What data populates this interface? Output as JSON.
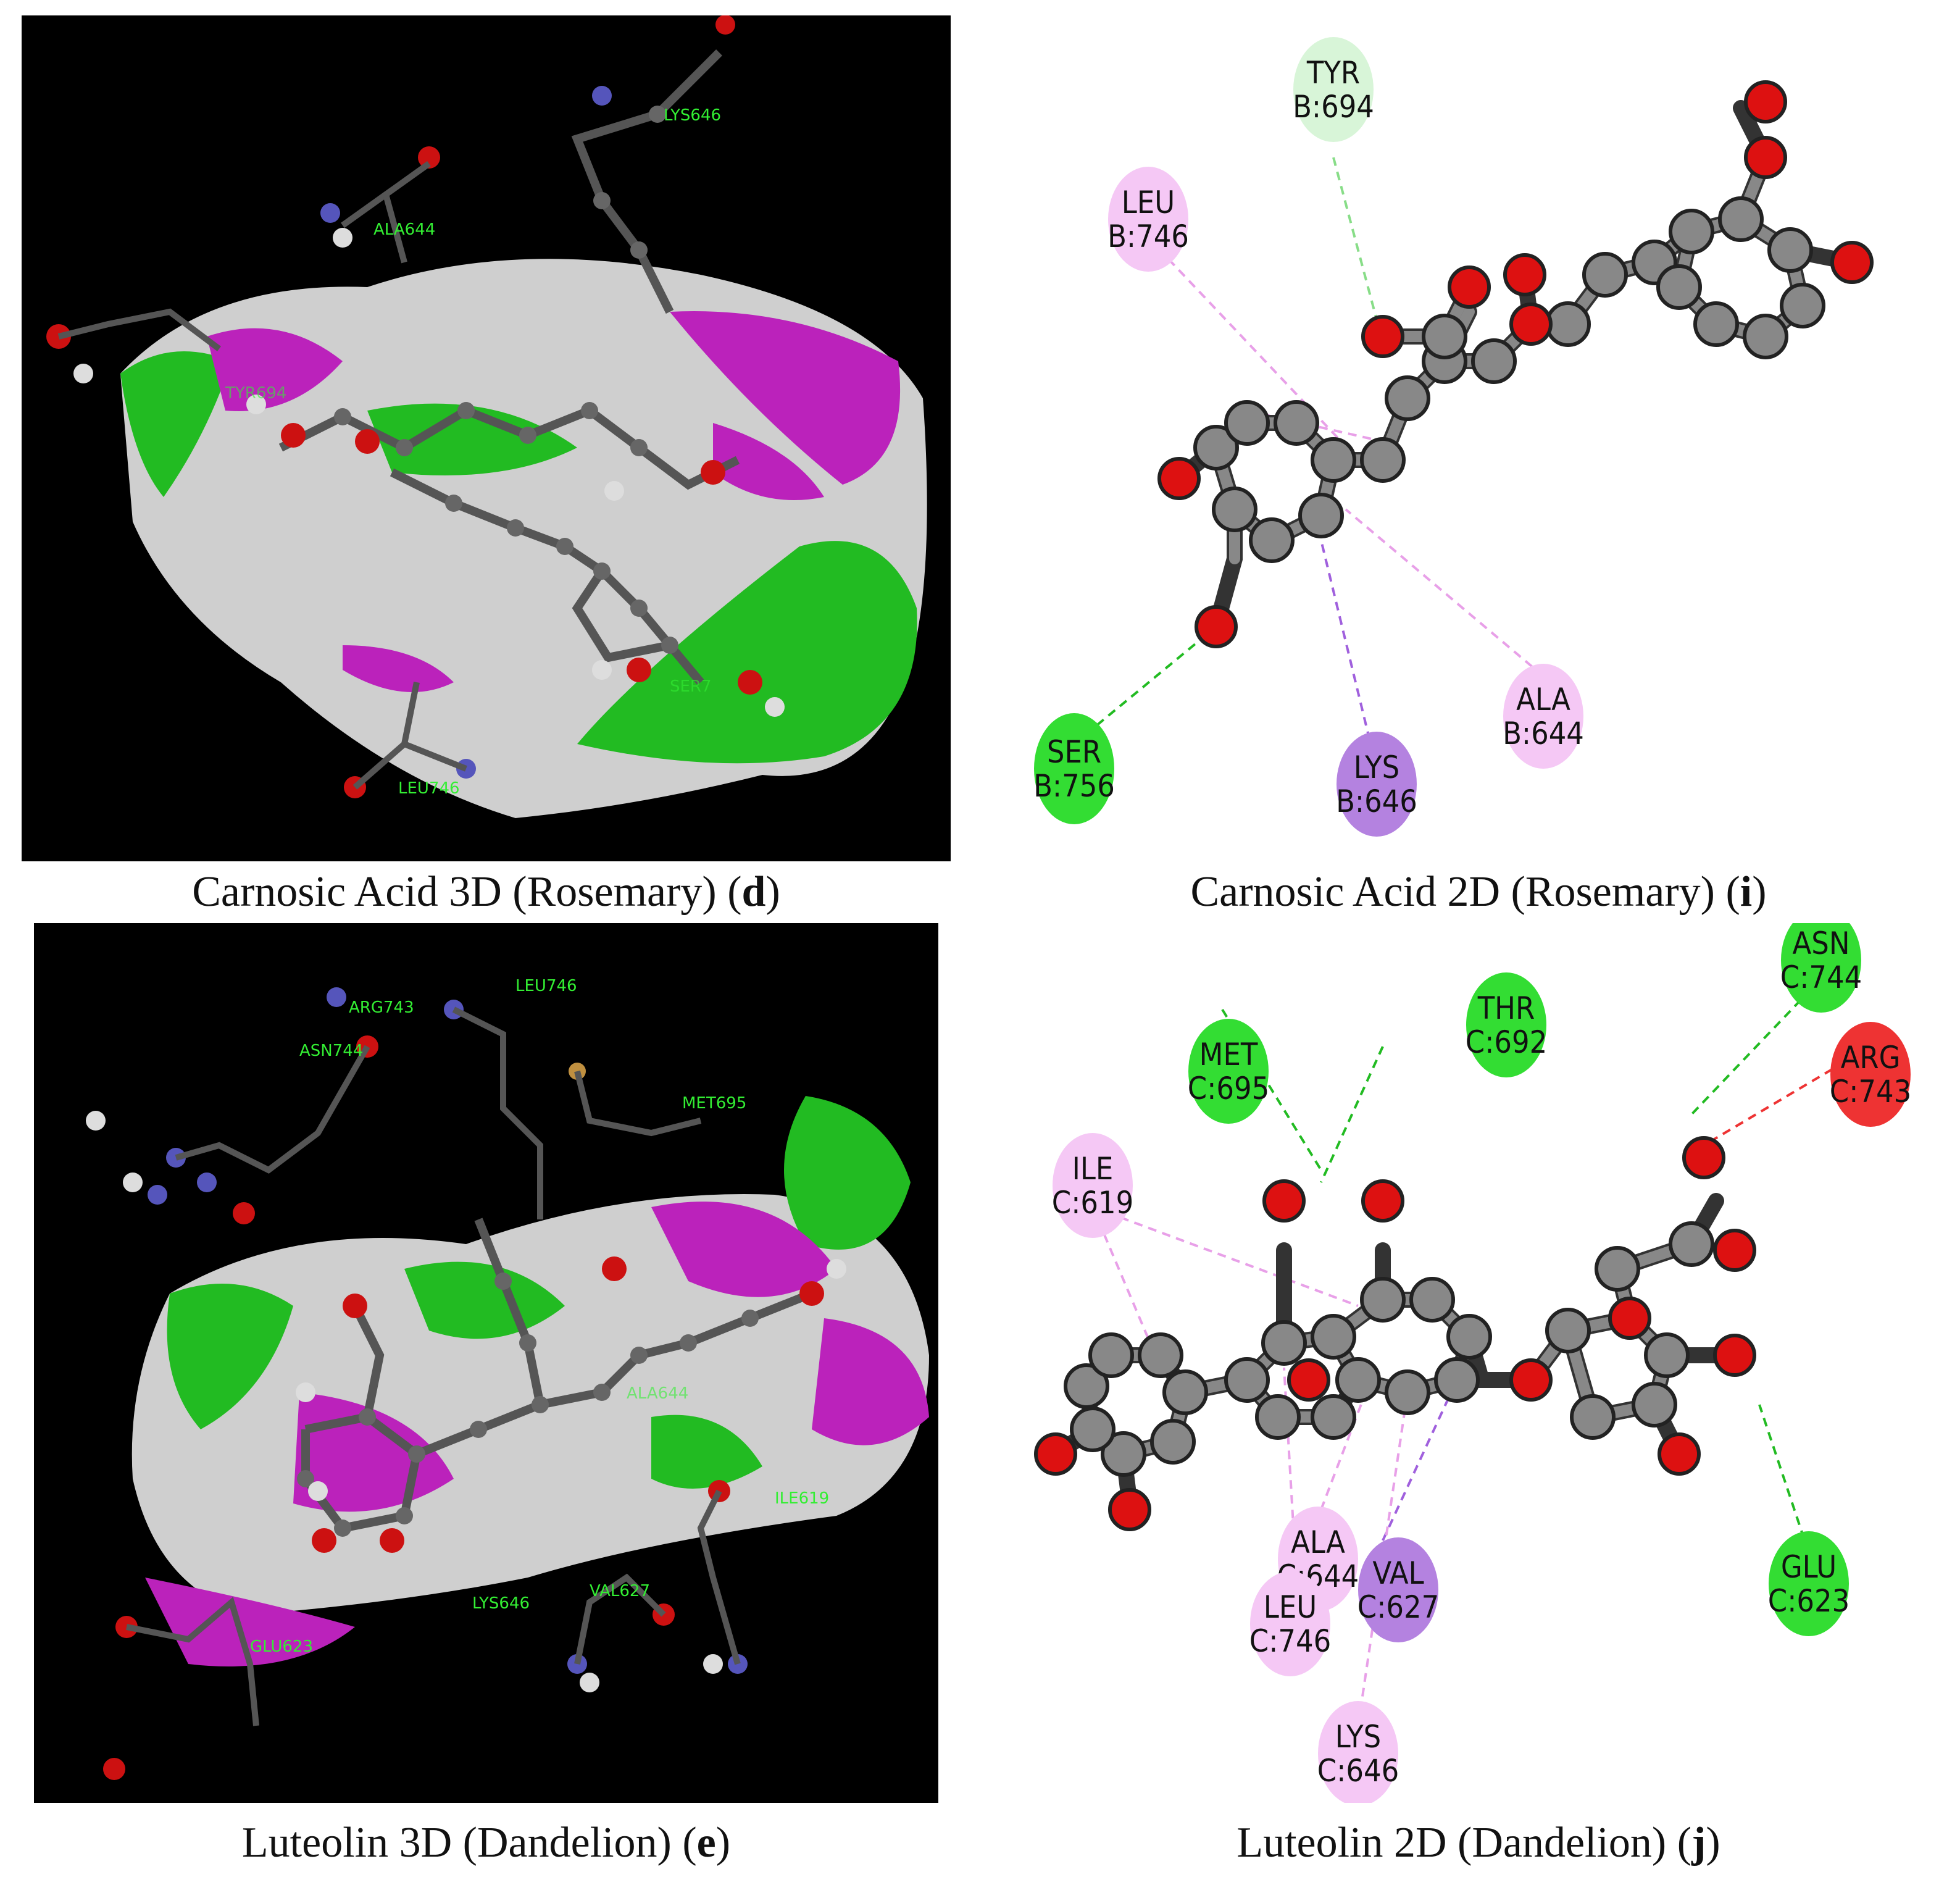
{
  "panels": {
    "d": {
      "caption": "Carnosic Acid 3D (Rosemary)",
      "letter": "d",
      "residue_labels": [
        "LYS646",
        "ALA644",
        "TYR694",
        "SER7",
        "LEU746"
      ]
    },
    "i": {
      "caption": "Carnosic Acid 2D (Rosemary)",
      "letter": "i",
      "residues": [
        {
          "name": "TYR",
          "id": "B:694",
          "color": "#d8f5d8"
        },
        {
          "name": "LEU",
          "id": "B:746",
          "color": "#f5c8f5"
        },
        {
          "name": "ALA",
          "id": "B:644",
          "color": "#f5c8f5"
        },
        {
          "name": "LYS",
          "id": "B:646",
          "color": "#b482e0"
        },
        {
          "name": "SER",
          "id": "B:756",
          "color": "#33dd33"
        }
      ]
    },
    "e": {
      "caption": "Luteolin 3D (Dandelion)",
      "letter": "e",
      "residue_labels": [
        "ARG743",
        "ASN744",
        "LEU746",
        "MET695",
        "ALA644",
        "ILE619",
        "LYS646",
        "VAL627",
        "GLU623"
      ]
    },
    "j": {
      "caption": "Luteolin 2D (Dandelion)",
      "letter": "j",
      "residues": [
        {
          "name": "ASN",
          "id": "C:744",
          "color": "#33dd33"
        },
        {
          "name": "THR",
          "id": "C:692",
          "color": "#33dd33"
        },
        {
          "name": "MET",
          "id": "C:695",
          "color": "#33dd33"
        },
        {
          "name": "ARG",
          "id": "C:743",
          "color": "#ee3333"
        },
        {
          "name": "ILE",
          "id": "C:619",
          "color": "#f5c8f5"
        },
        {
          "name": "ALA",
          "id": "C:644",
          "color": "#f5c8f5"
        },
        {
          "name": "VAL",
          "id": "C:627",
          "color": "#b482e0"
        },
        {
          "name": "LEU",
          "id": "C:746",
          "color": "#f5c8f5"
        },
        {
          "name": "LYS",
          "id": "C:646",
          "color": "#f5c8f5"
        },
        {
          "name": "GLU",
          "id": "C:623",
          "color": "#33dd33"
        }
      ]
    }
  },
  "colors": {
    "surface_green": "#22cc22",
    "surface_magenta": "#cc22cc",
    "surface_white": "#dddddd",
    "carbon": "#888888",
    "oxygen": "#cc1111",
    "nitrogen": "#5555bb"
  }
}
